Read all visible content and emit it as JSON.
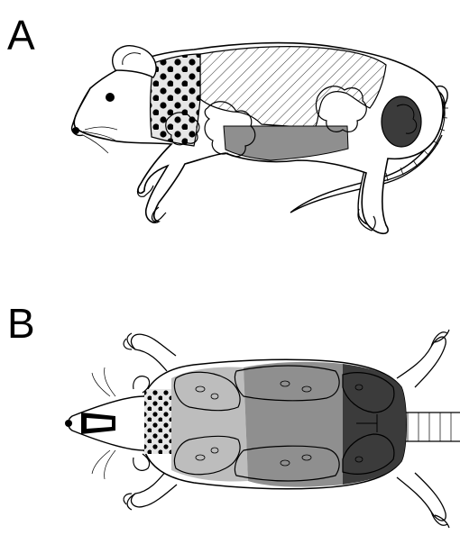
{
  "panels": [
    {
      "label": "A",
      "view": "lateral"
    },
    {
      "label": "B",
      "view": "ventral"
    }
  ],
  "colors": {
    "outline": "#000000",
    "light_gray": "#bdbdbd",
    "mid_gray": "#8f8f8f",
    "dark_gray": "#3b3b3b",
    "dotted_fill": "#e6e6e6",
    "background": "#ffffff"
  }
}
